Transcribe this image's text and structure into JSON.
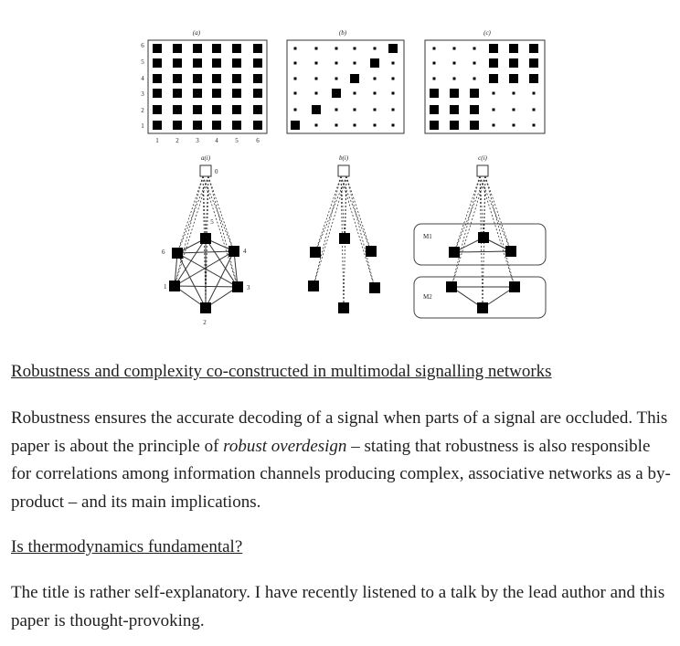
{
  "figure": {
    "panel_labels": [
      "(a)",
      "(b)",
      "(c)"
    ],
    "y_ticks": [
      "6",
      "5",
      "4",
      "3",
      "2",
      "1"
    ],
    "x_ticks": [
      "1",
      "2",
      "3",
      "4",
      "5",
      "6"
    ],
    "network_labels": [
      "a(i)",
      "b(i)",
      "c(i)"
    ],
    "node_numbers": [
      "0",
      "1",
      "2",
      "3",
      "4",
      "5",
      "6"
    ],
    "module_labels": [
      "M1",
      "M2"
    ]
  },
  "article1": {
    "title": "Robustness and complexity co-constructed in multimodal signalling networks",
    "body_before": "Robustness ensures the accurate decoding of a signal when parts of a signal are occluded. This paper is about the principle of ",
    "body_em": "robust overdesign",
    "body_after": " – stating that robustness is also responsible for correlations among information channels producing complex, associative networks as a by-product – and its main implications."
  },
  "article2": {
    "title": "Is thermodynamics fundamental?",
    "body": "The title is rather self-explanatory. I have recently listened to a talk by the lead author and this paper is thought-provoking."
  }
}
